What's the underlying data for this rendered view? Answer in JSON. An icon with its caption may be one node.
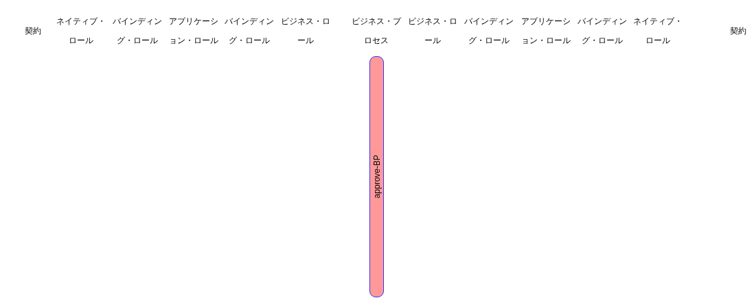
{
  "diagram": {
    "nodes": [
      {
        "text": [
          "approve-BP"
        ]
      }
    ],
    "labels": [
      "契約",
      "ネイティブ・ロール",
      "バインディング・ロール",
      "アプリケーション・ロール",
      "バインディング・ロール",
      "ビジネス・ロール",
      "ビジネス・プロセス",
      "ビジネス・ロール",
      "バインディング・ロール",
      "アプリケーション・ロール",
      "バインディング・ロール",
      "ネイティブ・ロール",
      "契約"
    ]
  }
}
